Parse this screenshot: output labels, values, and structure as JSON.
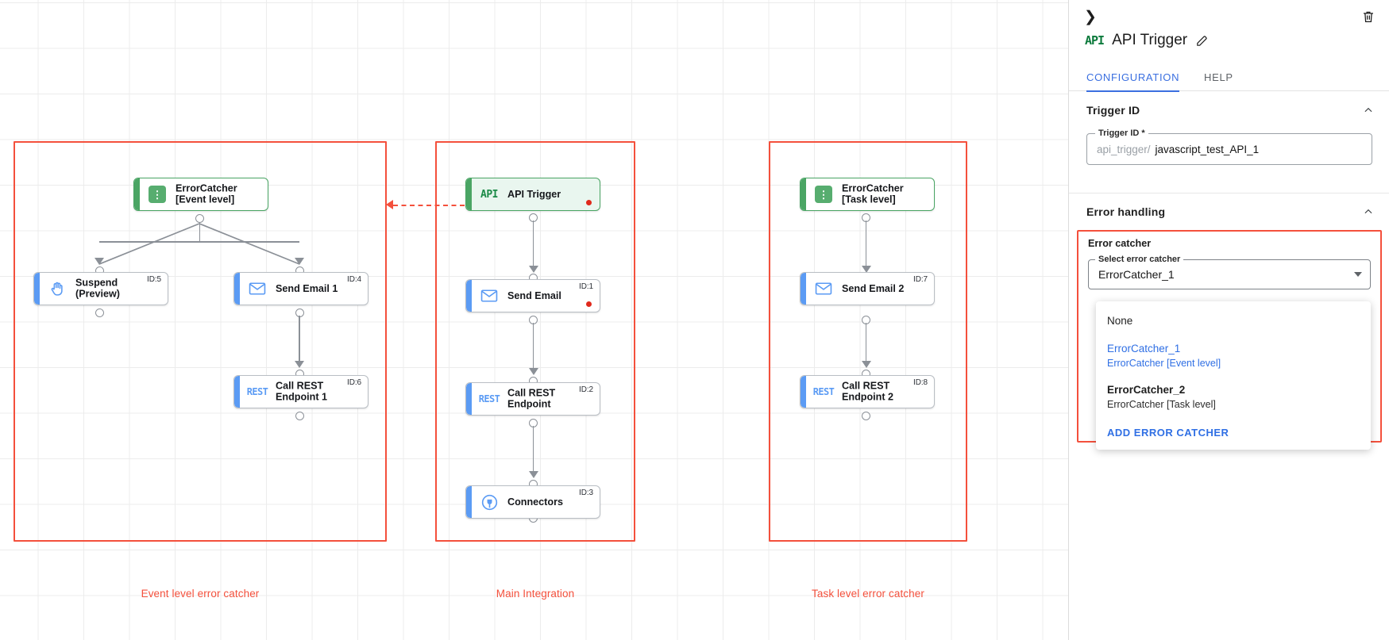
{
  "canvas": {
    "groups": [
      {
        "label": "Event level error catcher"
      },
      {
        "label": "Main Integration"
      },
      {
        "label": "Task level error catcher"
      }
    ],
    "nodes": {
      "error_catcher_event": {
        "title": "ErrorCatcher\n[Event level]",
        "icon": "error-catcher-icon",
        "id": ""
      },
      "suspend": {
        "title": "Suspend\n(Preview)",
        "icon": "hand-icon",
        "id": "ID:5"
      },
      "send_email_1": {
        "title": "Send Email 1",
        "icon": "envelope-icon",
        "id": "ID:4"
      },
      "call_rest_1": {
        "title": "Call REST\nEndpoint 1",
        "icon": "rest-icon",
        "id": "ID:6"
      },
      "api_trigger": {
        "title": "API Trigger",
        "icon": "api-icon",
        "id": ""
      },
      "send_email": {
        "title": "Send Email",
        "icon": "envelope-icon",
        "id": "ID:1"
      },
      "call_rest": {
        "title": "Call REST\nEndpoint",
        "icon": "rest-icon",
        "id": "ID:2"
      },
      "connectors": {
        "title": "Connectors",
        "icon": "connectors-icon",
        "id": "ID:3"
      },
      "error_catcher_task": {
        "title": "ErrorCatcher\n[Task level]",
        "icon": "error-catcher-icon",
        "id": ""
      },
      "send_email_2": {
        "title": "Send Email 2",
        "icon": "envelope-icon",
        "id": "ID:7"
      },
      "call_rest_2": {
        "title": "Call REST\nEndpoint 2",
        "icon": "rest-icon",
        "id": "ID:8"
      }
    },
    "api_glyph": "API",
    "rest_glyph": "REST",
    "errcatch_glyph": "⋮"
  },
  "panel": {
    "title": "API Trigger",
    "api_badge": "API",
    "tabs": [
      {
        "label": "CONFIGURATION",
        "active": true
      },
      {
        "label": "HELP",
        "active": false
      }
    ],
    "trigger_id_section": {
      "heading": "Trigger ID",
      "field_label": "Trigger ID *",
      "prefix": "api_trigger/",
      "value": "javascript_test_API_1"
    },
    "error_handling_section": {
      "heading": "Error handling",
      "error_catcher_title": "Error catcher",
      "select_label": "Select error catcher",
      "selected_value": "ErrorCatcher_1",
      "options": [
        {
          "line1": "None",
          "line2": "",
          "style": "plain"
        },
        {
          "line1": "ErrorCatcher_1",
          "line2": "ErrorCatcher [Event level]",
          "style": "selected"
        },
        {
          "line1": "ErrorCatcher_2",
          "line2": "ErrorCatcher [Task level]",
          "style": "bold"
        }
      ],
      "add_action": "ADD ERROR CATCHER"
    }
  },
  "colors": {
    "accent_blue": "#3a6fe0",
    "group_red": "#f4503c",
    "node_blue": "#5b9bf4",
    "node_green": "#4aa564",
    "status_red": "#e0291c"
  }
}
